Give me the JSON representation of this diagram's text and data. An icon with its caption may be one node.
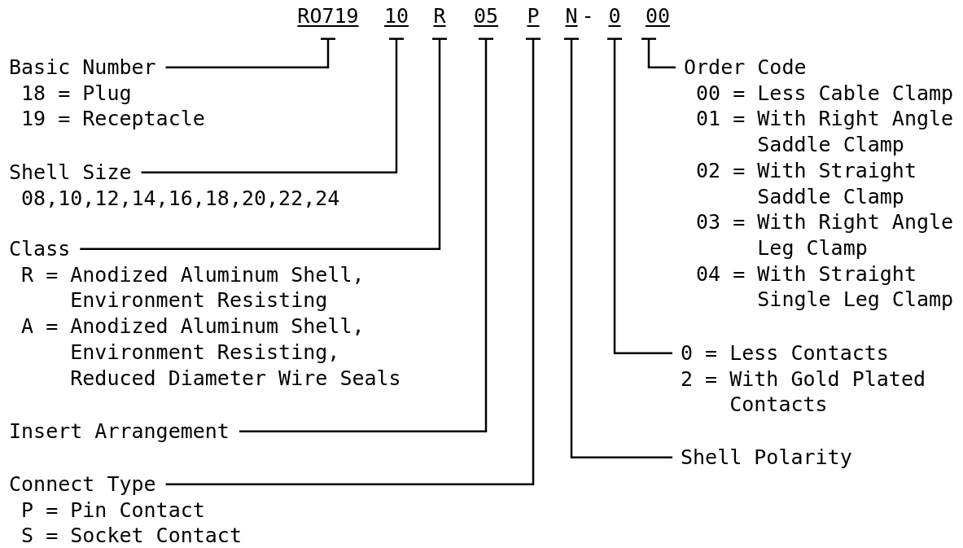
{
  "diagram": {
    "nodes": [
      {
        "text": [
          "RO719"
        ]
      },
      {
        "text": [
          "10"
        ]
      },
      {
        "text": [
          "R"
        ]
      },
      {
        "text": [
          "05"
        ]
      },
      {
        "text": [
          "P"
        ]
      },
      {
        "text": [
          "N"
        ]
      },
      {
        "text": [
          "0"
        ]
      },
      {
        "text": [
          "00"
        ]
      },
      {
        "text": [
          "Basic Number",
          "18 = Plug",
          "19 = Receptacle"
        ]
      },
      {
        "text": [
          "Shell Size",
          "08,10,12,14,16,18,20,22,24"
        ]
      },
      {
        "text": [
          "Class",
          "R = Anodized Aluminum Shell, Environment Resisting",
          "A = Anodized Aluminum Shell, Environment Resisting, Reduced Diameter Wire Seals"
        ]
      },
      {
        "text": [
          "Insert Arrangement"
        ]
      },
      {
        "text": [
          "Connect Type",
          "P = Pin Contact",
          "S = Socket Contact"
        ]
      },
      {
        "text": [
          "Order Code",
          "00 = Less Cable Clamp",
          "01 = With Right Angle Saddle Clamp",
          "02 = With Straight Saddle Clamp",
          "03 = With Right Angle Leg Clamp",
          "04 = With Straight Single Leg Clamp"
        ]
      },
      {
        "text": [
          "0 = Less Contacts",
          "2 = With Gold Plated Contacts"
        ]
      },
      {
        "text": [
          "Shell Polarity"
        ]
      }
    ],
    "edges": [
      {
        "from": 8,
        "to": 0,
        "arrow": "other"
      },
      {
        "from": 9,
        "to": 1,
        "arrow": "other"
      },
      {
        "from": 10,
        "to": 2,
        "arrow": "other"
      },
      {
        "from": 11,
        "to": 3,
        "arrow": "other"
      },
      {
        "from": 12,
        "to": 4,
        "arrow": "other"
      },
      {
        "from": 15,
        "to": 5,
        "arrow": "other"
      },
      {
        "from": 14,
        "to": 6,
        "arrow": "other"
      },
      {
        "from": 13,
        "to": 7,
        "arrow": "other"
      }
    ],
    "labels": [
      "-"
    ]
  }
}
